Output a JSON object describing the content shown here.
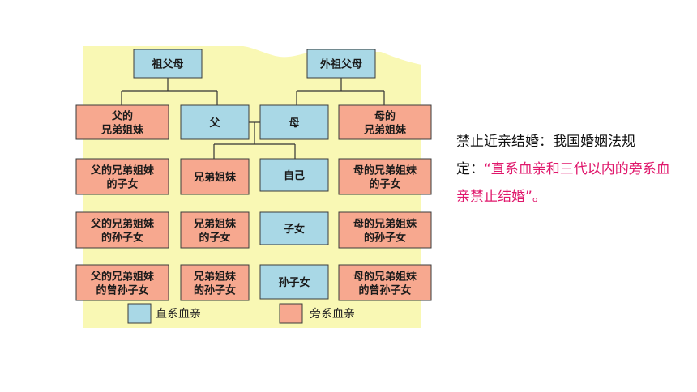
{
  "colors": {
    "background_panel": "#f9f8b4",
    "lineal_fill": "#a9d8e6",
    "collateral_fill": "#f7a88f",
    "box_border": "#3b3b3b",
    "highlight_text": "#e0186c"
  },
  "diagram": {
    "boxes": {
      "grandparents_paternal": [
        "祖父母"
      ],
      "grandparents_maternal": [
        "外祖父母"
      ],
      "father_siblings": [
        "父的",
        "兄弟姐妹"
      ],
      "father": [
        "父"
      ],
      "mother": [
        "母"
      ],
      "mother_siblings": [
        "母的",
        "兄弟姐妹"
      ],
      "father_siblings_children": [
        "父的兄弟姐妹",
        "的子女"
      ],
      "own_siblings": [
        "兄弟姐妹"
      ],
      "self": [
        "自己"
      ],
      "mother_siblings_children": [
        "母的兄弟姐妹",
        "的子女"
      ],
      "father_siblings_grandchildren": [
        "父的兄弟姐妹",
        "的孙子女"
      ],
      "own_siblings_children": [
        "兄弟姐妹",
        "的子女"
      ],
      "children": [
        "子女"
      ],
      "mother_siblings_grandchildren": [
        "母的兄弟姐妹",
        "的孙子女"
      ],
      "father_siblings_great_grandchildren": [
        "父的兄弟姐妹",
        "的曾孙子女"
      ],
      "own_siblings_grandchildren": [
        "兄弟姐妹",
        "的孙子女"
      ],
      "grandchildren": [
        "孙子女"
      ],
      "mother_siblings_great_grandchildren": [
        "母的兄弟姐妹",
        "的曾孙子女"
      ]
    },
    "legend": {
      "lineal": "直系血亲",
      "collateral": "旁系血亲"
    }
  },
  "note": {
    "text_before": "禁止近亲结婚：我国婚姻法规定：",
    "highlight": "“直系血亲和三代以内的旁系血亲禁止结婚”",
    "text_after": "。"
  }
}
